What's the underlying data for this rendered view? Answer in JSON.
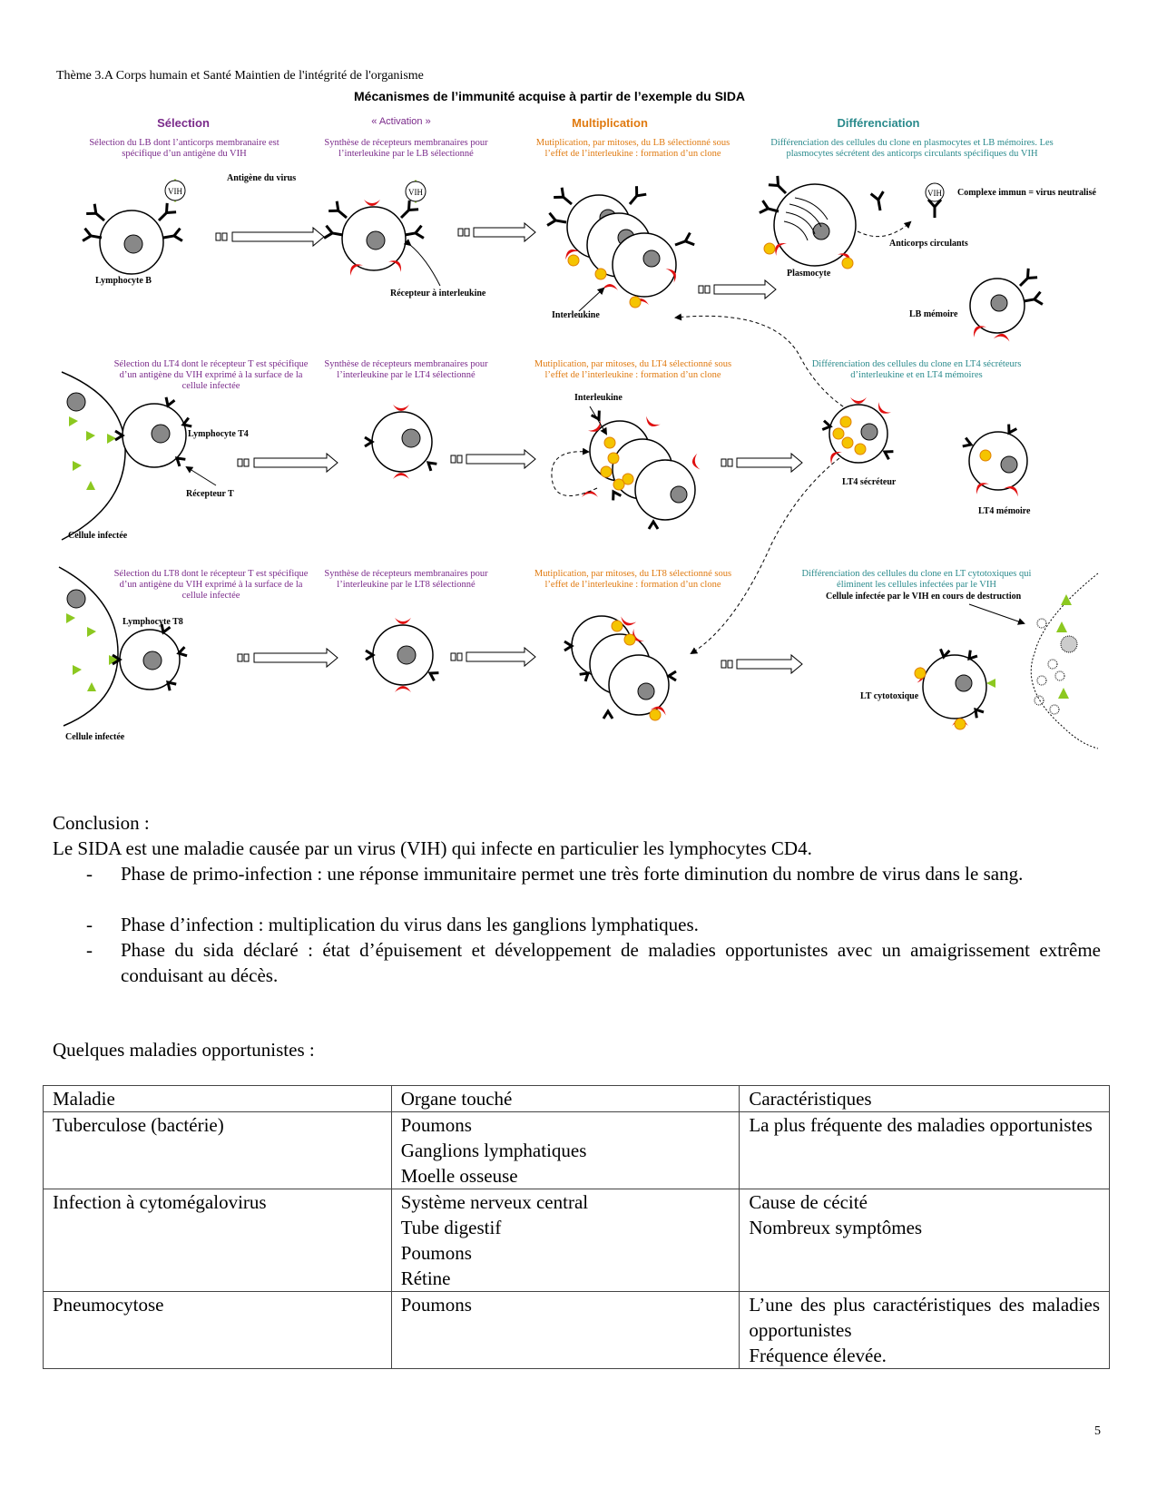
{
  "header": "Thème 3.A Corps humain et Santé  Maintien de l'intégrité de l'organisme",
  "diagram": {
    "title": "Mécanismes de l’immunité acquise à partir de l’exemple du SIDA",
    "phases": [
      "Sélection",
      "« Activation »",
      "Multiplication",
      "Différenciation"
    ],
    "row1": {
      "sel": "Sélection du LB dont l’anticorps membranaire est spécifique d’un antigène du VIH",
      "act": "Synthèse de récepteurs membranaires pour l’interleukine par le LB sélectionné",
      "mul": "Mutiplication, par mitoses, du LB sélectionné sous l’effet de l’interleukine : formation d’un clone",
      "dif": "Différenciation des cellules du clone en plasmocytes et LB mémoires. Les plasmocytes sécrétent des anticorps circulants spécifiques du VIH"
    },
    "row2": {
      "sel": "Sélection du LT4 dont le récepteur T est spécifique d’un antigène du VIH exprimé à la surface de la cellule infectée",
      "act": "Synthèse de récepteurs membranaires pour l’interleukine par le LT4 sélectionné",
      "mul": "Mutiplication, par mitoses, du LT4 sélectionné sous l’effet de l’interleukine : formation d’un clone",
      "dif": "Différenciation des cellules du clone en LT4 sécréteurs d’interleukine et en LT4 mémoires"
    },
    "row3": {
      "sel": "Sélection du LT8 dont le récepteur T est spécifique d’un antigène du VIH exprimé à la surface de la cellule infectée",
      "act": "Synthèse de récepteurs membranaires pour l’interleukine par le LT8 sélectionné",
      "mul": "Mutiplication, par mitoses, du LT8 sélectionné sous l’effet de l’interleukine : formation d’un clone",
      "dif": "Différenciation des cellules du clone en LT cytotoxiques qui éliminent les cellules infectées par le VIH"
    },
    "labels": {
      "vih": "VIH",
      "antigene": "Antigène du virus",
      "lb": "Lymphocyte B",
      "recepteur_il": "Récepteur à interleukine",
      "interleukine": "Interleukine",
      "plasmocyte": "Plasmocyte",
      "complexe": "Complexe immun = virus neutralisé",
      "anticorps": "Anticorps circulants",
      "lb_memoire": "LB mémoire",
      "lt4": "Lymphocyte T4",
      "recepteur_t": "Récepteur T",
      "cellule_infectee": "Cellule infectée",
      "lt4_secreteur": "LT4 sécréteur",
      "lt4_memoire": "LT4 mémoire",
      "lt8": "Lymphocyte T8",
      "cellule_destruction": "Cellule infectée par le VIH en cours de destruction",
      "lt_cyto": "LT cytotoxique"
    }
  },
  "conclusion": {
    "heading": "Conclusion :",
    "intro": "Le SIDA est une maladie causée par un virus (VIH) qui infecte en particulier les lymphocytes CD4.",
    "bullets": [
      "Phase de primo-infection : une réponse immunitaire permet une très forte diminution du nombre de virus dans le sang.",
      "Phase d’infection : multiplication du virus dans les ganglions lymphatiques.",
      "Phase du sida déclaré : état d’épuisement et développement de maladies opportunistes avec un amaigrissement extrême conduisant au décès."
    ],
    "table_intro": "Quelques maladies opportunistes :"
  },
  "table": {
    "headers": [
      "Maladie",
      "Organe touché",
      "Caractéristiques"
    ],
    "rows": [
      {
        "maladie": "Tuberculose (bactérie)",
        "organes": [
          "Poumons",
          "Ganglions lymphatiques",
          "Moelle osseuse"
        ],
        "carac": [
          "La plus fréquente des maladies opportunistes"
        ]
      },
      {
        "maladie": "Infection à cytomégalovirus",
        "organes": [
          "Système nerveux central",
          "Tube digestif",
          "Poumons",
          "Rétine"
        ],
        "carac": [
          "Cause de cécité",
          "Nombreux symptômes"
        ]
      },
      {
        "maladie": "Pneumocytose",
        "organes": [
          "Poumons"
        ],
        "carac": [
          "L’une des plus caractéristiques des maladies opportunistes",
          "Fréquence élevée."
        ]
      }
    ]
  },
  "page_number": "5",
  "colors": {
    "purple": "#7a2a8a",
    "orange": "#e07a10",
    "teal": "#2a8a8c",
    "receptor": "#e01010",
    "interleukin": "#f5c400",
    "antigen": "#8cc820"
  }
}
